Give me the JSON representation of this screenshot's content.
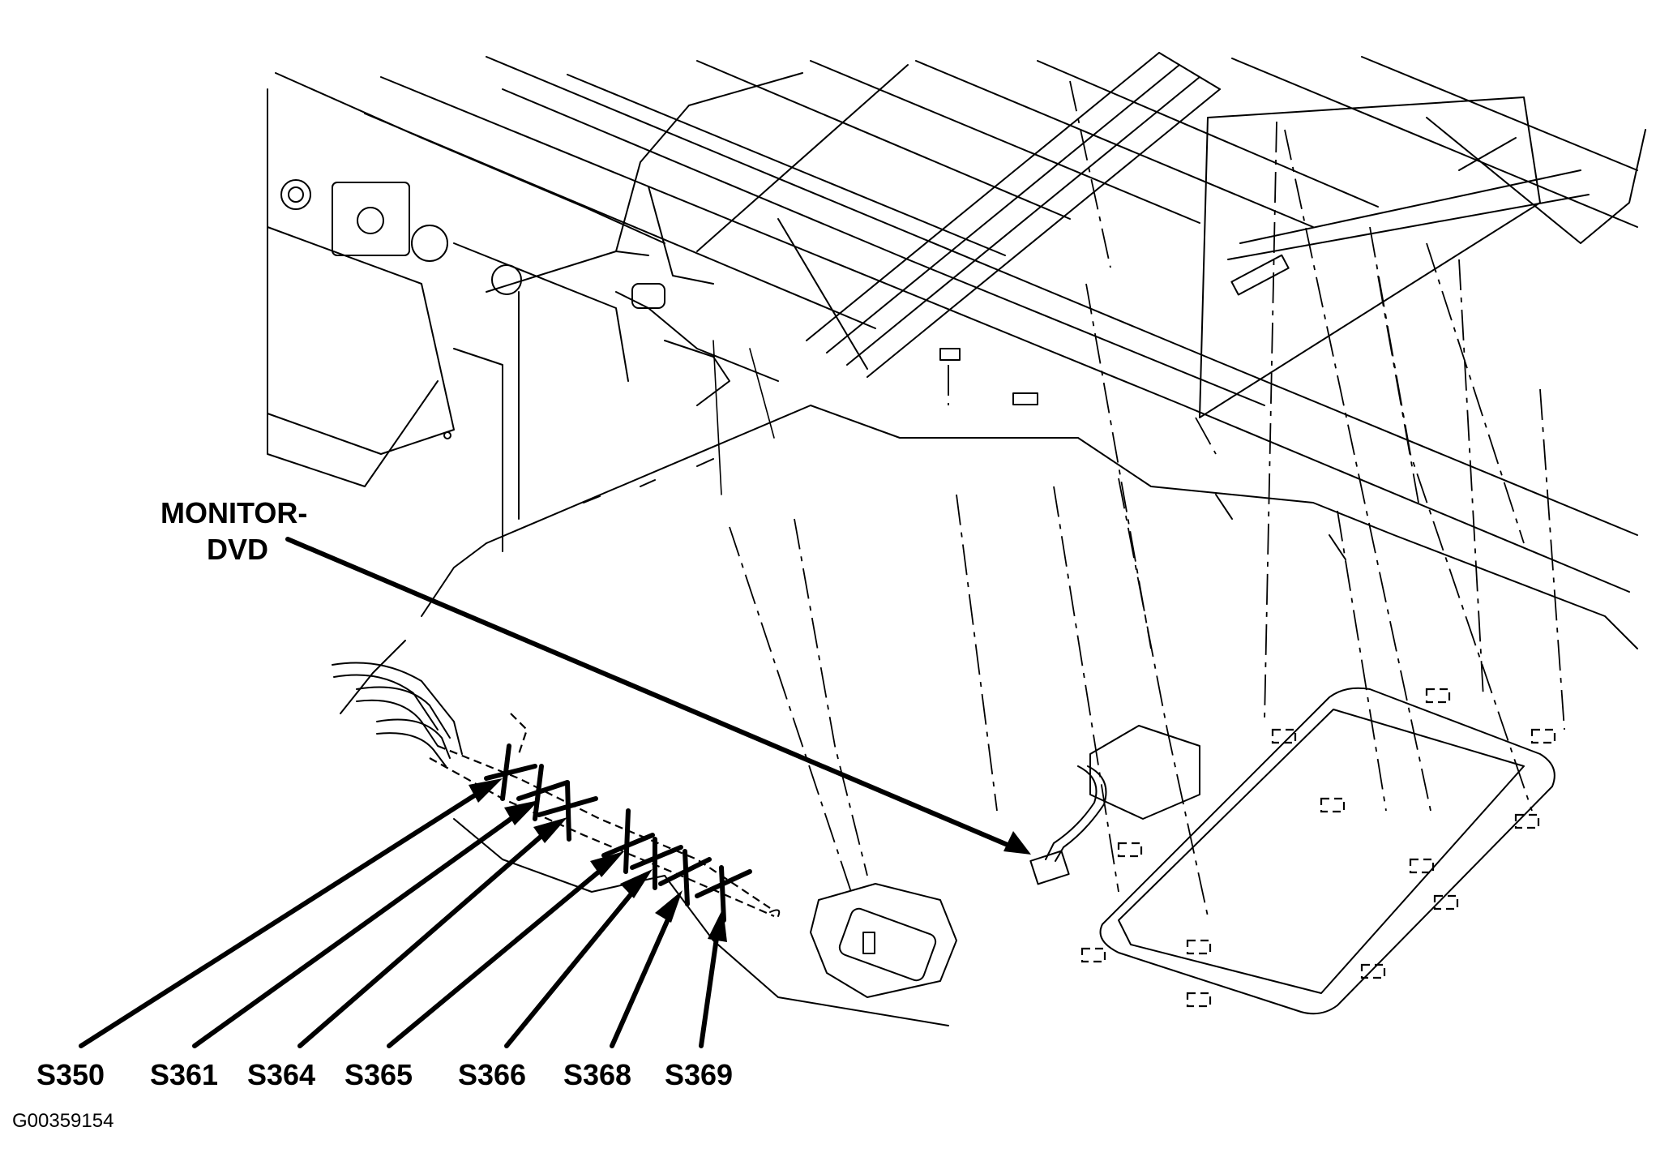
{
  "diagram": {
    "callout_line1": "MONITOR-",
    "callout_line2": "DVD",
    "splices": [
      "S350",
      "S361",
      "S364",
      "S365",
      "S366",
      "S368",
      "S369"
    ],
    "figure_code": "G00359154"
  }
}
